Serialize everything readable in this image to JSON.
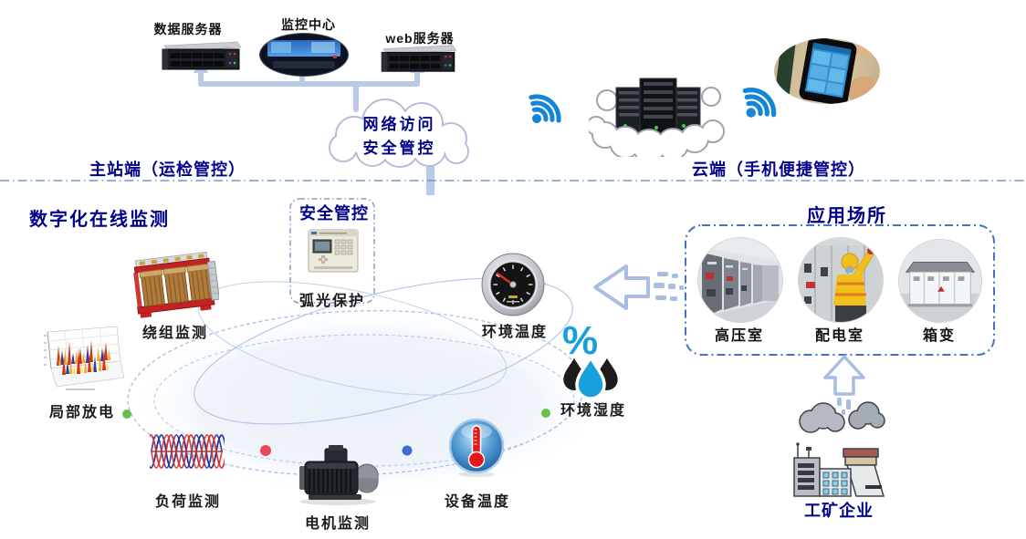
{
  "colors": {
    "title_navy": "#00008B",
    "divider_blue": "#6f9ad0",
    "box_border_blue": "#4472C4",
    "connector_blue": "#b9c9e8",
    "wifi_blue": "#1486d8",
    "humidity_blue": "#18a0dc",
    "dot_green": "#6abf4b",
    "dot_red": "#e8495a",
    "dot_blue": "#3b6fd4"
  },
  "top": {
    "data_server": "数据服务器",
    "monitor_center": "监控中心",
    "web_server": "web服务器",
    "cloud_line1": "网络访问",
    "cloud_line2": "安全管控",
    "main_station": "主站端（运检管控）",
    "cloud_side": "云端（手机便捷管控）"
  },
  "monitoring": {
    "title": "数字化在线监测",
    "security_box_title": "安全管控",
    "arc_protection": "弧光保护",
    "winding": "绕组监测",
    "partial_discharge": "局部放电",
    "load": "负荷监测",
    "motor": "电机监测",
    "device_temp": "设备温度",
    "humidity": "环境湿度",
    "humidity_symbol": "%",
    "ambient_temp": "环境温度"
  },
  "application": {
    "title": "应用场所",
    "sites": [
      "高压室",
      "配电室",
      "箱变"
    ],
    "enterprise": "工矿企业"
  }
}
